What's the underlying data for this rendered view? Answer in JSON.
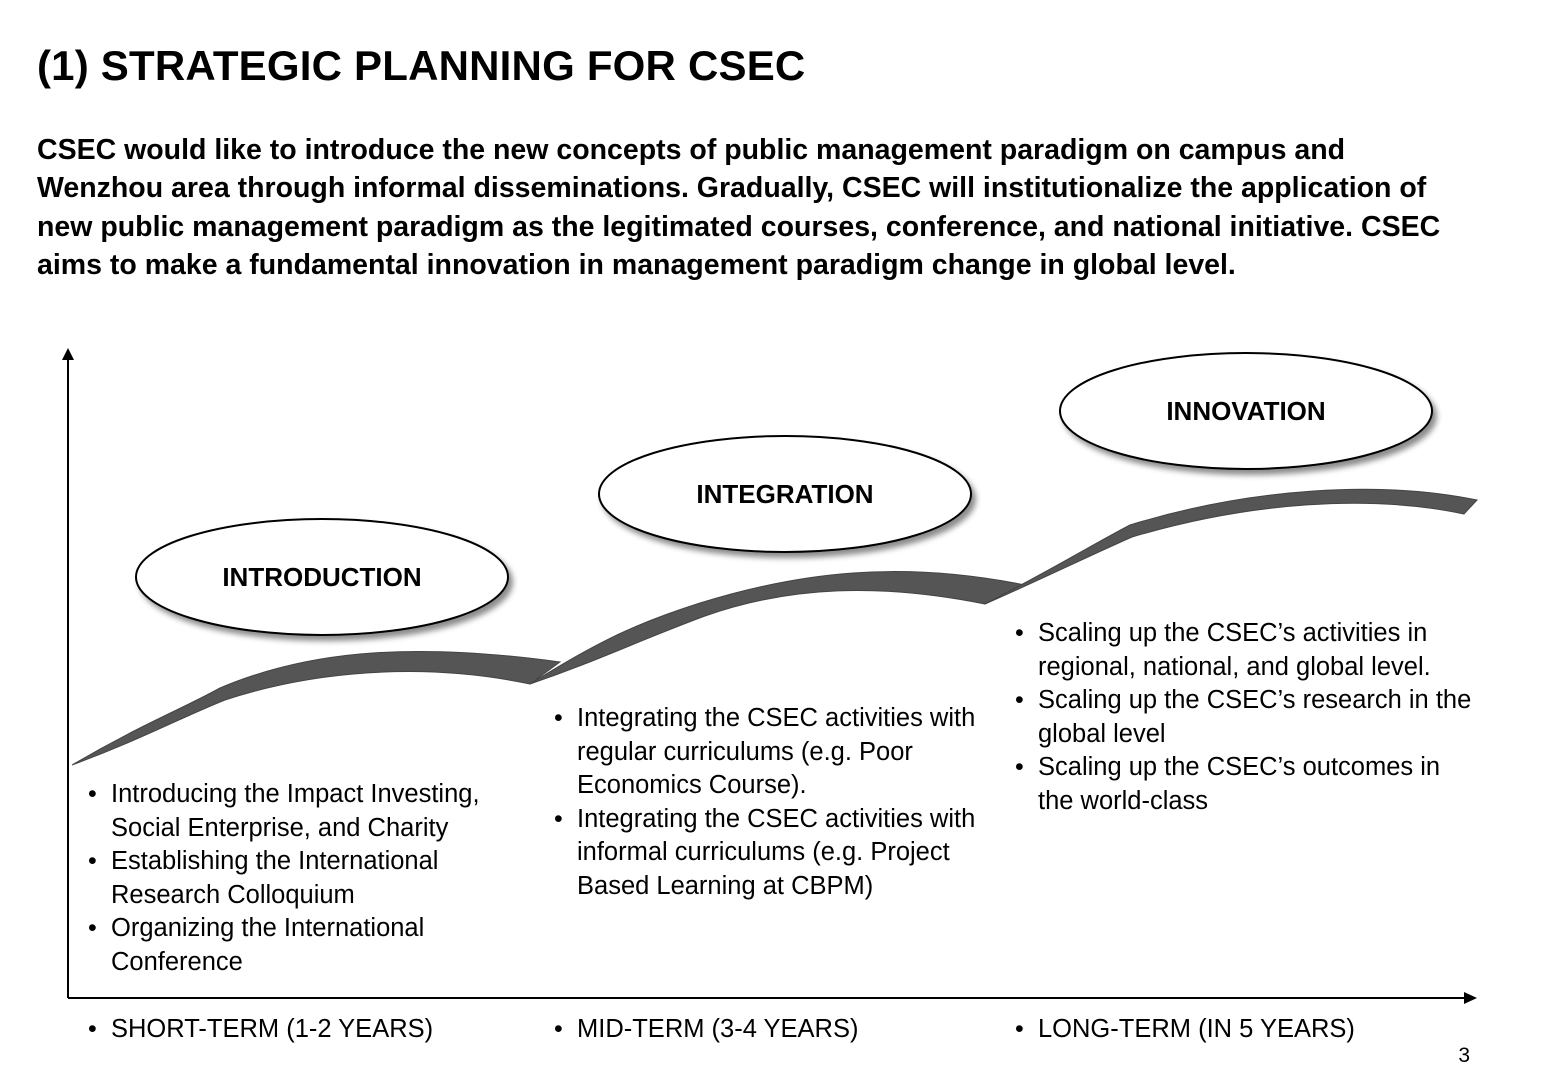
{
  "title": "(1) STRATEGIC PLANNING FOR CSEC",
  "intro": "CSEC would like to introduce the new concepts of public management paradigm on campus and Wenzhou area through informal disseminations. Gradually, CSEC will institutionalize the application of new public management paradigm as the legitimated courses, conference, and national initiative. CSEC aims to make a fundamental innovation in management paradigm change in global level.",
  "stages": [
    {
      "label": "INTRODUCTION",
      "items": [
        "Introducing the Impact Investing, Social Enterprise, and Charity",
        "Establishing the International Research Colloquium",
        "Organizing the International Conference"
      ],
      "term": "SHORT-TERM (1-2 YEARS)"
    },
    {
      "label": "INTEGRATION",
      "items": [
        "Integrating the CSEC activities with regular curriculums (e.g. Poor Economics Course).",
        "Integrating the CSEC activities with informal curriculums (e.g. Project Based Learning at CBPM)"
      ],
      "term": "MID-TERM (3-4 YEARS)"
    },
    {
      "label": "INNOVATION",
      "items": [
        "Scaling up the CSEC’s activities in regional, national, and global level.",
        "Scaling up the CSEC’s research in the global level",
        "Scaling up the CSEC’s outcomes in the world-class"
      ],
      "term": "LONG-TERM (IN 5 YEARS)"
    }
  ],
  "page_number": "3",
  "colors": {
    "curve": "#575757",
    "axis": "#000000",
    "ellipse_shadow": "#9a9a9a"
  }
}
